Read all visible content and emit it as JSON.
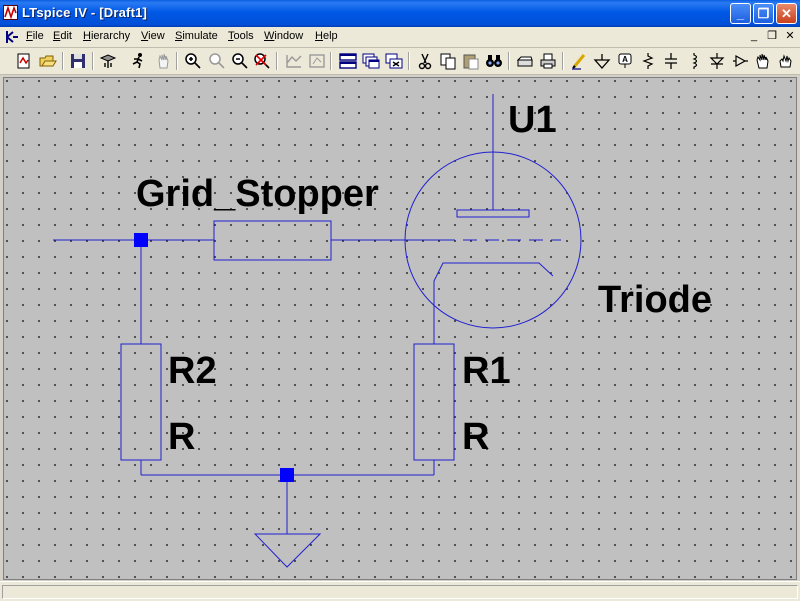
{
  "window": {
    "title": "LTspice IV - [Draft1]",
    "controls": {
      "minimize": "_",
      "maximize": "❐",
      "close": "✕"
    }
  },
  "menubar": {
    "items": [
      {
        "label": "File",
        "accel": "F",
        "rest": "ile"
      },
      {
        "label": "Edit",
        "accel": "E",
        "rest": "dit"
      },
      {
        "label": "Hierarchy",
        "accel": "H",
        "rest": "ierarchy"
      },
      {
        "label": "View",
        "accel": "V",
        "rest": "iew"
      },
      {
        "label": "Simulate",
        "accel": "S",
        "rest": "imulate"
      },
      {
        "label": "Tools",
        "accel": "T",
        "rest": "ools"
      },
      {
        "label": "Window",
        "accel": "W",
        "rest": "indow"
      },
      {
        "label": "Help",
        "accel": "H",
        "rest": "elp"
      }
    ],
    "mdi_controls": {
      "minimize": "_",
      "restore": "❐",
      "close": "✕"
    }
  },
  "toolbar": {
    "icons": [
      "new-schematic-icon",
      "open-icon",
      "save-icon",
      "control-panel-icon",
      "run-icon",
      "halt-icon",
      "zoom-in-icon",
      "zoom-full-icon",
      "zoom-out-icon",
      "cancel-zoom-icon",
      "autorange-icon",
      "fit-icon",
      "tile-icon",
      "cascade-icon",
      "close-all-icon",
      "cut-icon",
      "copy-icon",
      "paste-icon",
      "find-icon",
      "print-setup-icon",
      "print-icon",
      "draw-wire-icon",
      "ground-icon",
      "label-net-icon",
      "resistor-icon",
      "capacitor-icon",
      "inductor-icon",
      "diode-icon",
      "component-icon",
      "move-icon",
      "drag-icon"
    ]
  },
  "schematic": {
    "labels": {
      "tube_refdes": "U1",
      "tube_value": "Triode",
      "grid_stopper": "Grid_Stopper",
      "r2_name": "R2",
      "r2_value": "R",
      "r1_name": "R1",
      "r1_value": "R"
    },
    "colors": {
      "wire": "#2020d0",
      "junction": "#0000ff",
      "background": "#c0c0c0",
      "grid_dots": "#333333",
      "text": "#000000"
    }
  }
}
